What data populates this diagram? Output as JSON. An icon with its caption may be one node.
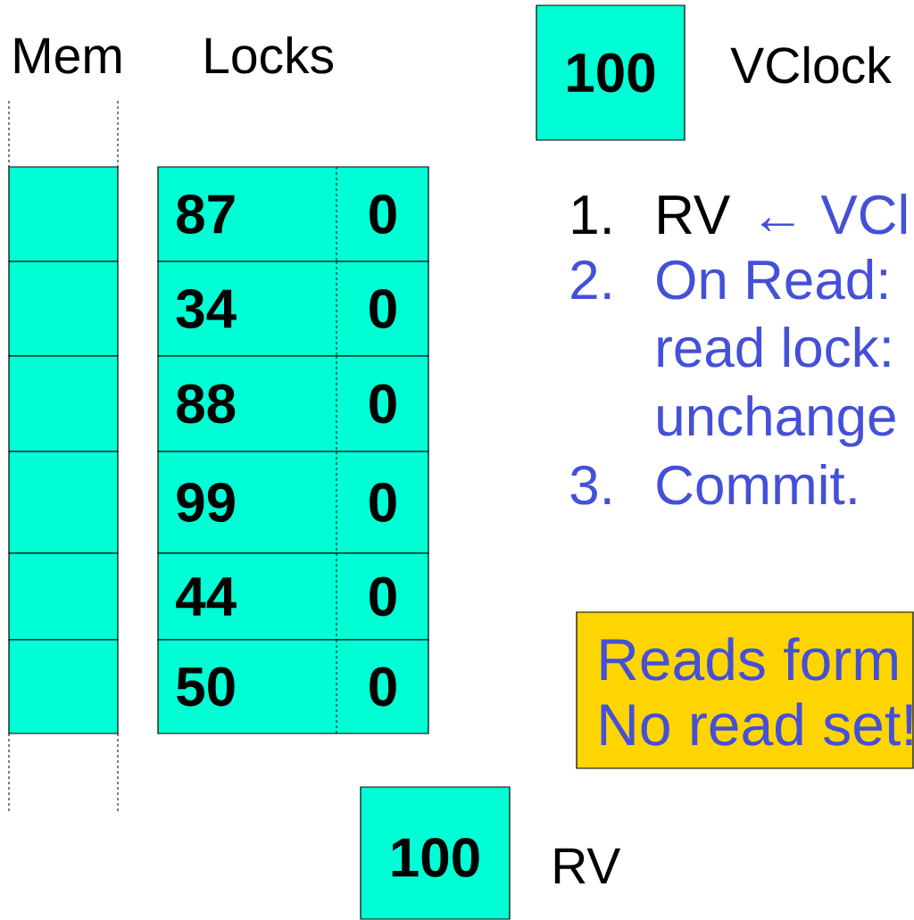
{
  "diagram": {
    "nodes": [
      {
        "text": [
          "100"
        ],
        "beside": [
          "VClock"
        ]
      },
      {
        "text": [],
        "shape": "box"
      },
      {
        "text": [],
        "shape": "box"
      },
      {
        "text": [],
        "shape": "box"
      },
      {
        "text": [],
        "shape": "box"
      },
      {
        "text": [],
        "shape": "box"
      },
      {
        "text": [],
        "shape": "box"
      },
      {
        "text": [
          "87",
          "0"
        ]
      },
      {
        "text": [
          "34",
          "0"
        ]
      },
      {
        "text": [
          "88",
          "0"
        ]
      },
      {
        "text": [
          "99",
          "0"
        ]
      },
      {
        "text": [
          "44",
          "0"
        ]
      },
      {
        "text": [
          "50",
          "0"
        ]
      },
      {
        "text": [
          "Reads form",
          "No read set!"
        ]
      },
      {
        "text": [
          "100"
        ],
        "beside": [
          "RV"
        ]
      }
    ],
    "labels": [
      "Mem",
      "Locks",
      "1.",
      "RV",
      "← VCl",
      "2.",
      "On Read:",
      "read lock:",
      "unchange",
      "3.",
      "Commit."
    ]
  }
}
